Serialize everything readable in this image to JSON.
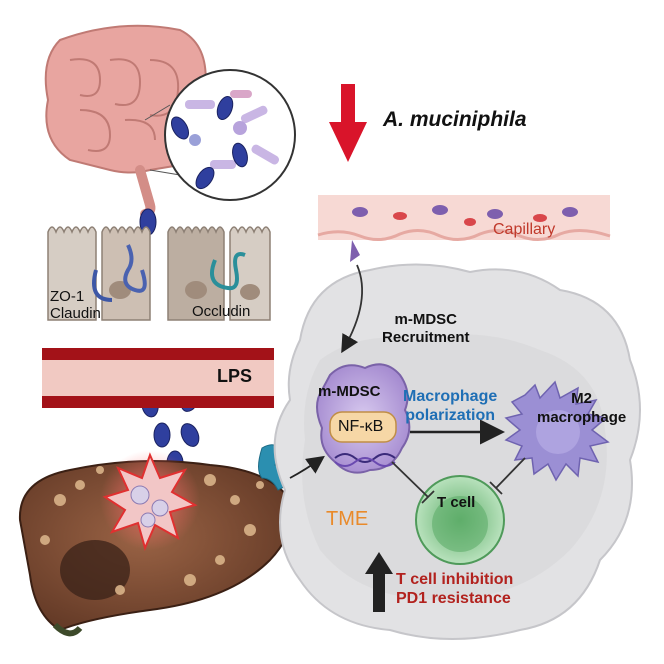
{
  "labels": {
    "bacterium": "A. muciniphila",
    "capillary": "Capillary",
    "zo1": "ZO-1",
    "claudin": "Claudin",
    "occludin": "Occludin",
    "lps": "LPS",
    "recruitment": "m-MDSC\nRecruitment",
    "mmdsc": "m-MDSC",
    "nfkb": "NF-κB",
    "polarization": "Macrophage\npolarization",
    "m2": "M2\nmacrophage",
    "tcell": "T cell",
    "tme": "TME",
    "outcome": "T cell inhibition\nPD1 resistance"
  },
  "colors": {
    "red_arrow": "#d9142a",
    "capillary_label": "#c0392b",
    "tme_label": "#e98a2a",
    "polarization_label": "#1f6fb5",
    "outcome_label": "#b2221e",
    "vessel_red": "#a31218",
    "bacteria_blue": "#2f3f9e",
    "mdsc_purple": "#bba6dd",
    "nfkb_fill": "#f6d7a6",
    "tcell_green": "#6fbf7a",
    "m2_purple": "#9b8fd4"
  }
}
